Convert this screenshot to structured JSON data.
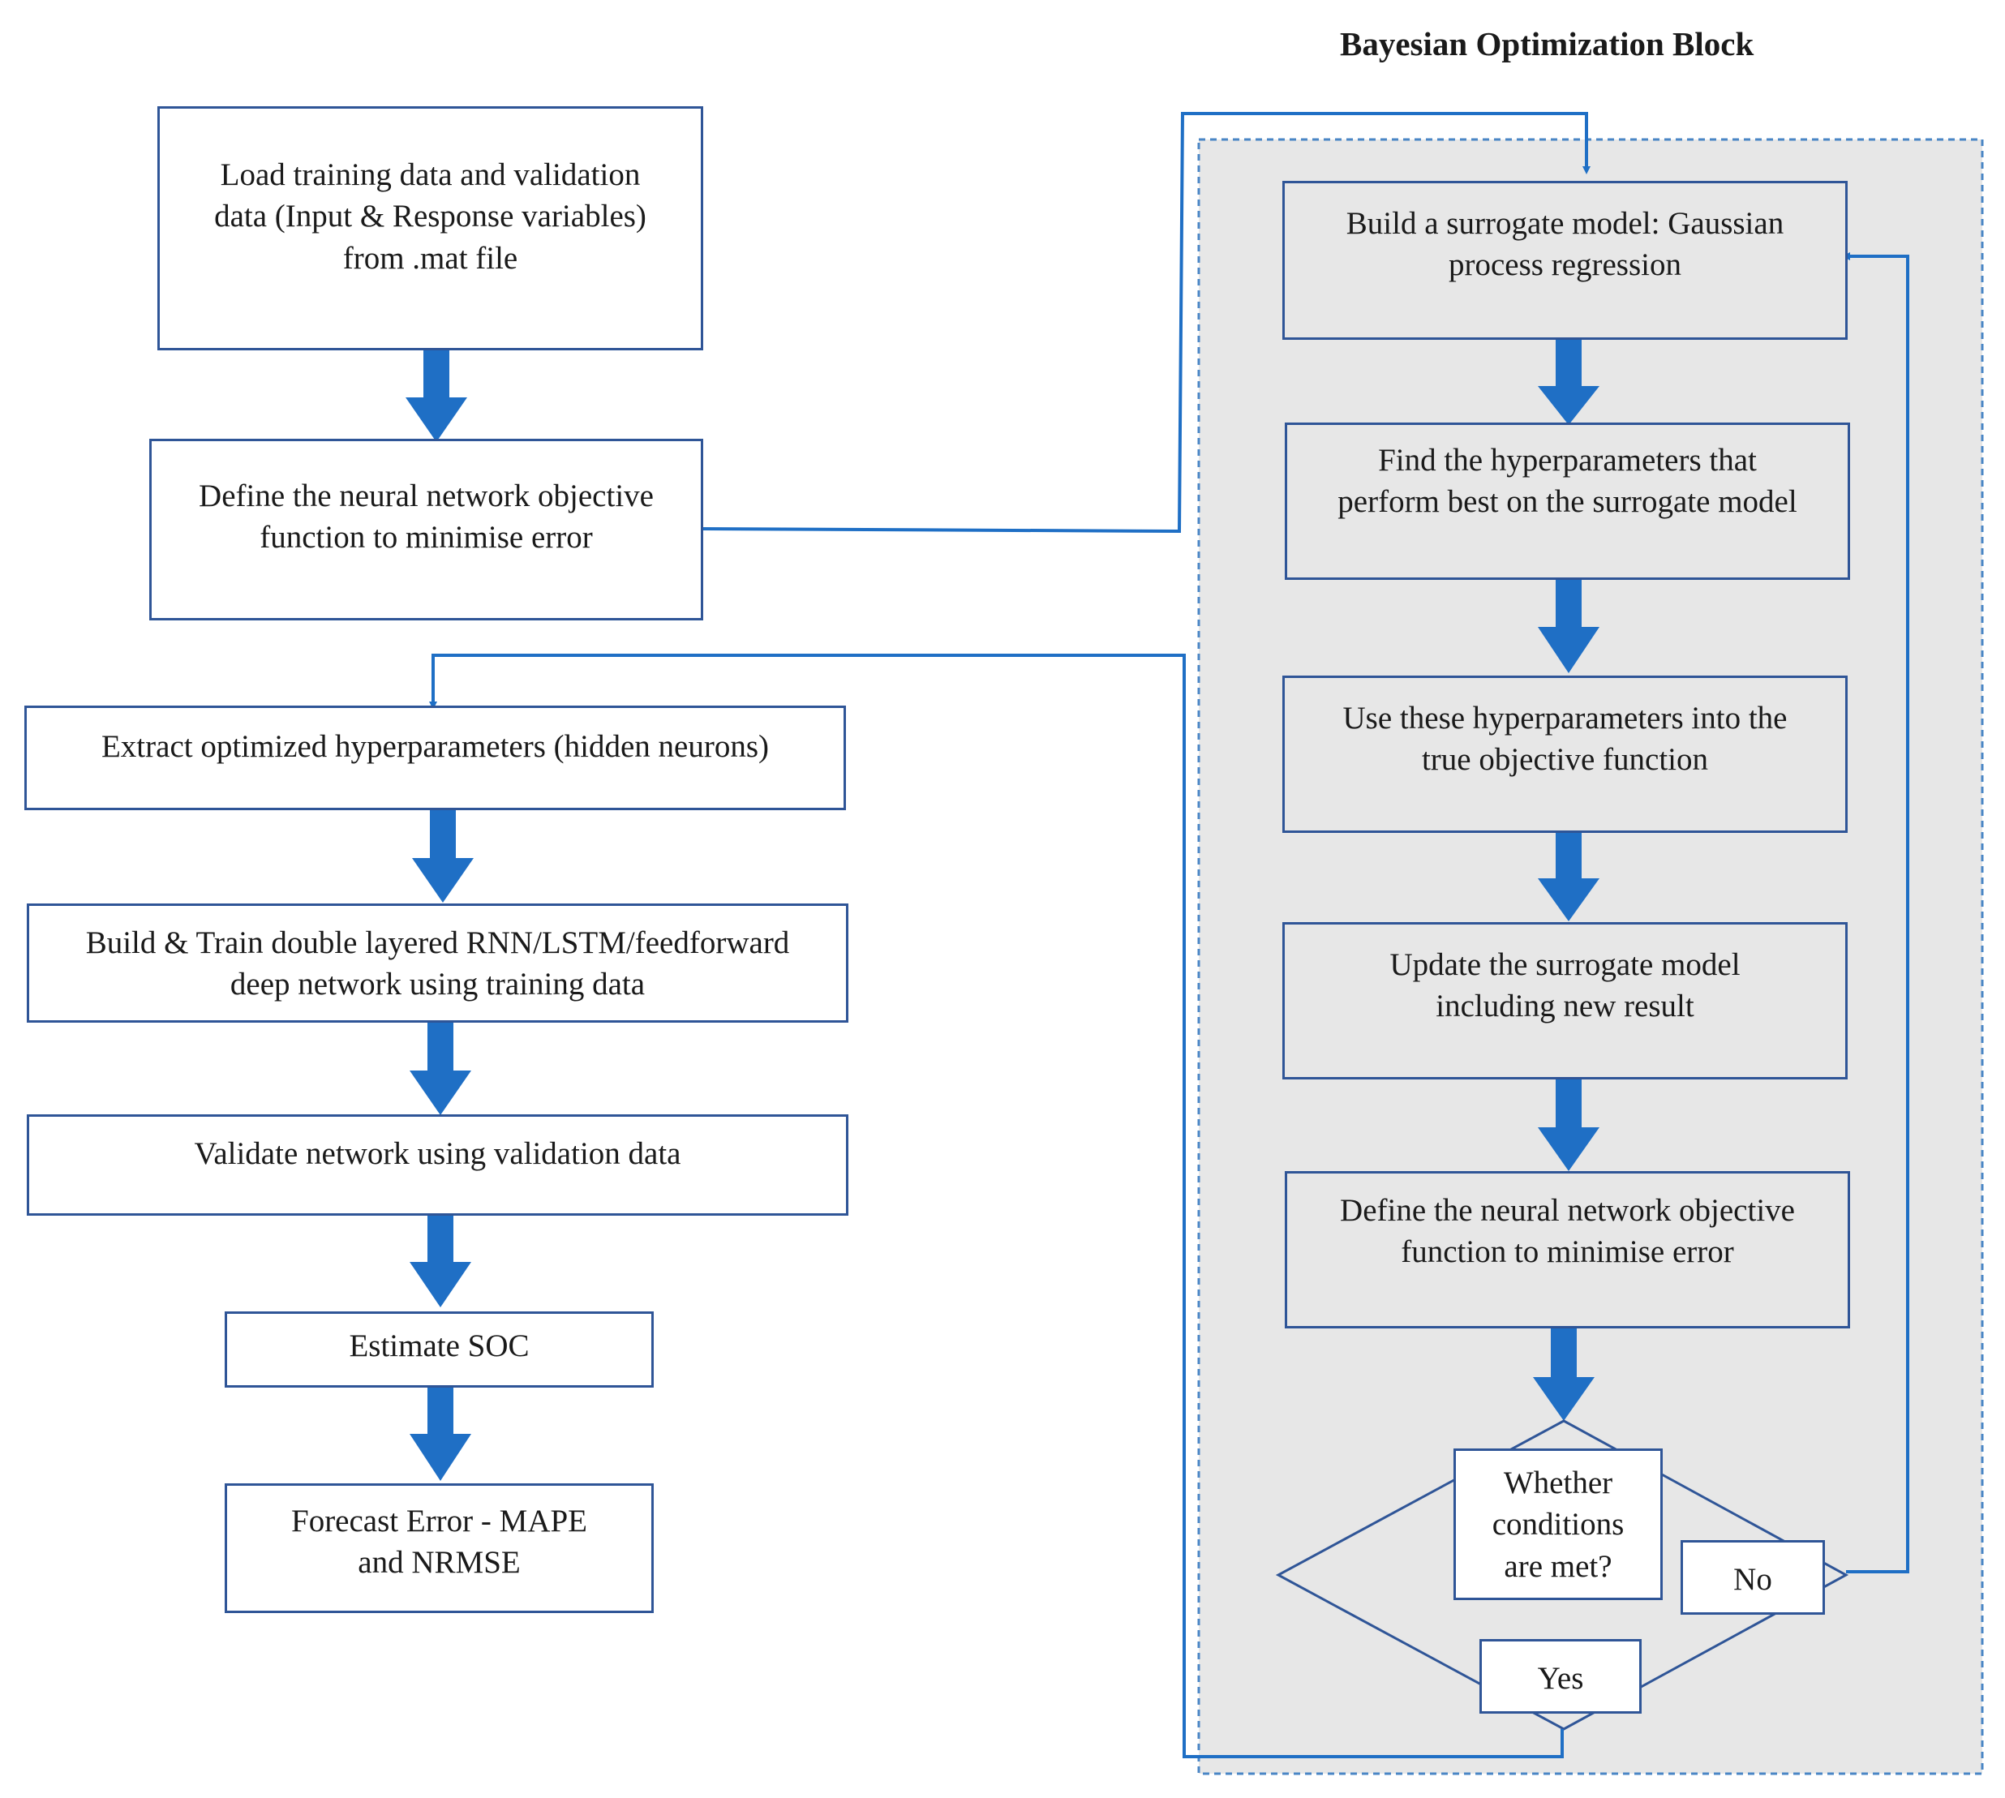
{
  "title": "Bayesian Optimization Block",
  "left_flow": [
    {
      "id": "load",
      "text": "Load training data and validation\ndata (Input & Response variables)\nfrom .mat file"
    },
    {
      "id": "define_left",
      "text": "Define the neural network objective\nfunction to minimise error"
    },
    {
      "id": "extract",
      "text": "Extract optimized hyperparameters (hidden neurons)"
    },
    {
      "id": "build_train",
      "text": "Build & Train double layered RNN/LSTM/feedforward\ndeep network using training data"
    },
    {
      "id": "validate",
      "text": "Validate network using validation data"
    },
    {
      "id": "estimate",
      "text": "Estimate SOC"
    },
    {
      "id": "forecast",
      "text": "Forecast Error - MAPE\nand NRMSE"
    }
  ],
  "bo_flow": [
    {
      "id": "surrogate",
      "text": "Build a surrogate model: Gaussian\nprocess regression"
    },
    {
      "id": "find",
      "text": "Find the hyperparameters that\nperform best on the surrogate model"
    },
    {
      "id": "use",
      "text": "Use these hyperparameters into the\ntrue objective function"
    },
    {
      "id": "update",
      "text": "Update the surrogate model\nincluding new result"
    },
    {
      "id": "define_right",
      "text": "Define the neural network objective\nfunction to minimise error"
    }
  ],
  "decision": {
    "text": "Whether\nconditions\nare met?",
    "no": "No",
    "yes": "Yes"
  },
  "colors": {
    "arrow": "#1f6fc5",
    "line": "#1f6fc5",
    "border": "#2f5597",
    "panel": "#e7e7e7"
  }
}
